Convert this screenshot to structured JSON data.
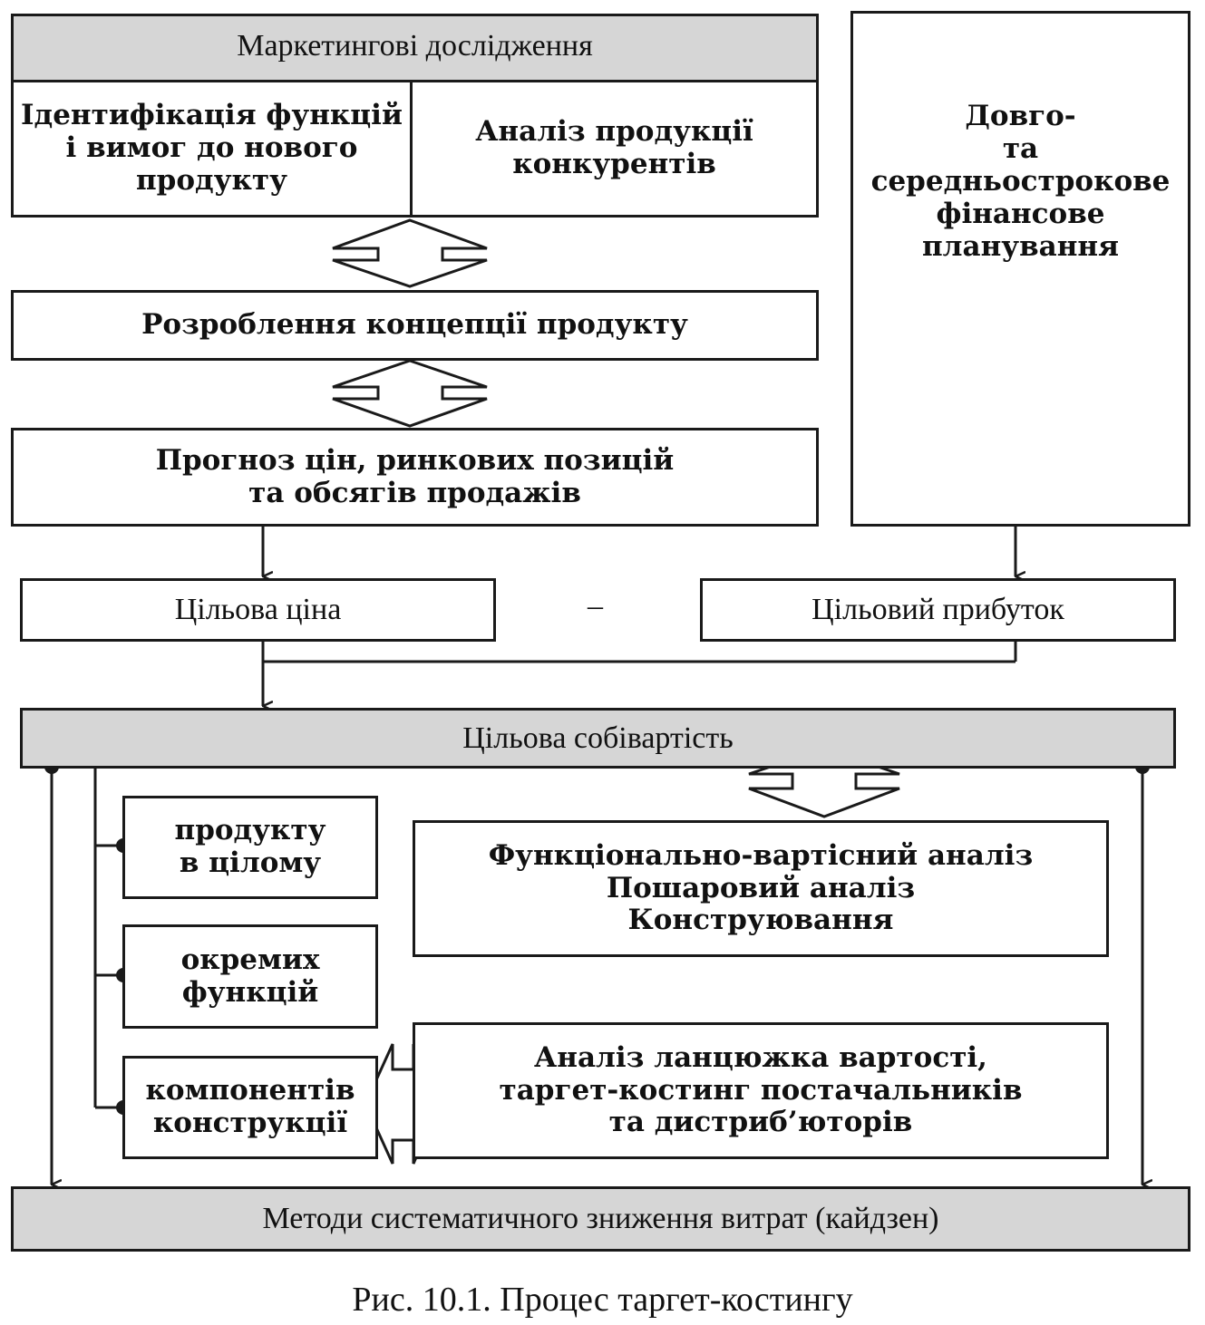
{
  "diagram": {
    "marketing_research": "Маркетингові дослідження",
    "identification": "Ідентифікація функцій\nі вимог до нового\nпродукту",
    "competitor_analysis": "Аналіз продукції\nконкурентів",
    "financial_planning": "Довго-\nта\nсередньострокове\nфінансове\nпланування",
    "concept_development": "Розроблення концепції продукту",
    "forecast": "Прогноз цін, ринкових позицій\nта обсягів продажів",
    "target_price": "Цільова ціна",
    "minus_sign": "–",
    "target_profit": "Цільовий прибуток",
    "target_cost": "Цільова собівартість",
    "level_product": "продукту\nв цілому",
    "level_functions": "окремих\nфункцій",
    "level_components": "компонентів\nконструкції",
    "value_analysis": "Функціонально-вартісний аналіз\nПошаровий аналіз\nКонструювання",
    "value_chain": "Аналіз ланцюжка вартості,\nтаргет-костинг постачальників\nта дистриб’юторів",
    "kaizen": "Методи систематичного зниження витрат (кайдзен)"
  },
  "caption": "Рис. 10.1. Процес таргет-костингу"
}
